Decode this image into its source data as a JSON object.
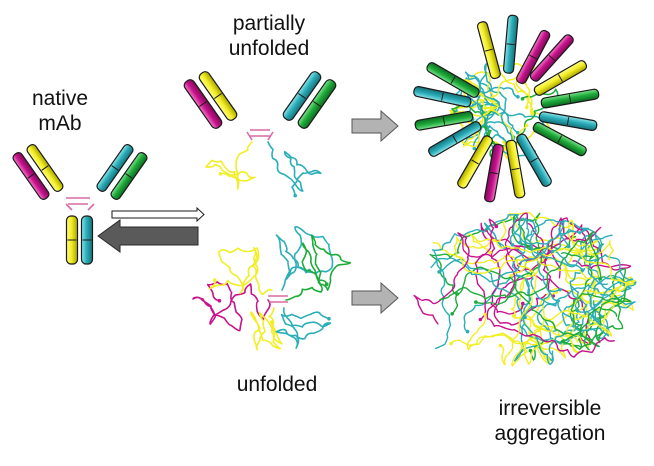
{
  "labels": {
    "native_line1": "native",
    "native_line2": "mAb",
    "partial_line1": "partially",
    "partial_line2": "unfolded",
    "unfolded": "unfolded",
    "agg_line1": "irreversible",
    "agg_line2": "aggregation"
  },
  "colors": {
    "heavy_chain_a": "#f2ee24",
    "heavy_chain_b": "#2aaeb8",
    "light_chain_a": "#c8128c",
    "light_chain_b": "#1eac3a",
    "disulfide": "#d96aa6",
    "arrow_fill": "#b3b3b3",
    "reverse_arrow_fill": "#5a5a5a",
    "outline": "#1a1a1a"
  },
  "icons": [
    "native-antibody-icon",
    "partially-unfolded-antibody-icon",
    "unfolded-chains-icon",
    "ordered-aggregate-icon",
    "irreversible-aggregate-icon",
    "equilibrium-arrows",
    "process-arrow"
  ]
}
